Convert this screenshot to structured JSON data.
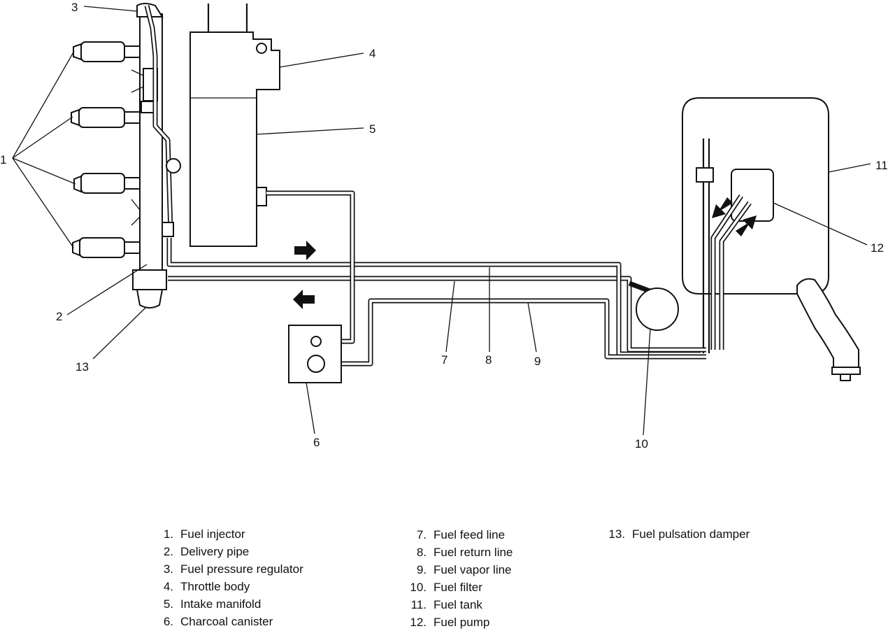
{
  "callouts": [
    "1",
    "2",
    "3",
    "4",
    "5",
    "6",
    "7",
    "8",
    "9",
    "10",
    "11",
    "12",
    "13"
  ],
  "legend": [
    {
      "num": "1.",
      "text": "Fuel injector"
    },
    {
      "num": "2.",
      "text": "Delivery pipe"
    },
    {
      "num": "3.",
      "text": "Fuel pressure regulator"
    },
    {
      "num": "4.",
      "text": "Throttle body"
    },
    {
      "num": "5.",
      "text": "Intake manifold"
    },
    {
      "num": "6.",
      "text": "Charcoal canister"
    },
    {
      "num": "7.",
      "text": "Fuel feed line"
    },
    {
      "num": "8.",
      "text": "Fuel return line"
    },
    {
      "num": "9.",
      "text": "Fuel vapor line"
    },
    {
      "num": "10.",
      "text": "Fuel filter"
    },
    {
      "num": "11.",
      "text": "Fuel tank"
    },
    {
      "num": "12.",
      "text": "Fuel pump"
    },
    {
      "num": "13.",
      "text": "Fuel pulsation damper"
    }
  ],
  "colors": {
    "ink": "#111111",
    "paper": "#ffffff"
  }
}
